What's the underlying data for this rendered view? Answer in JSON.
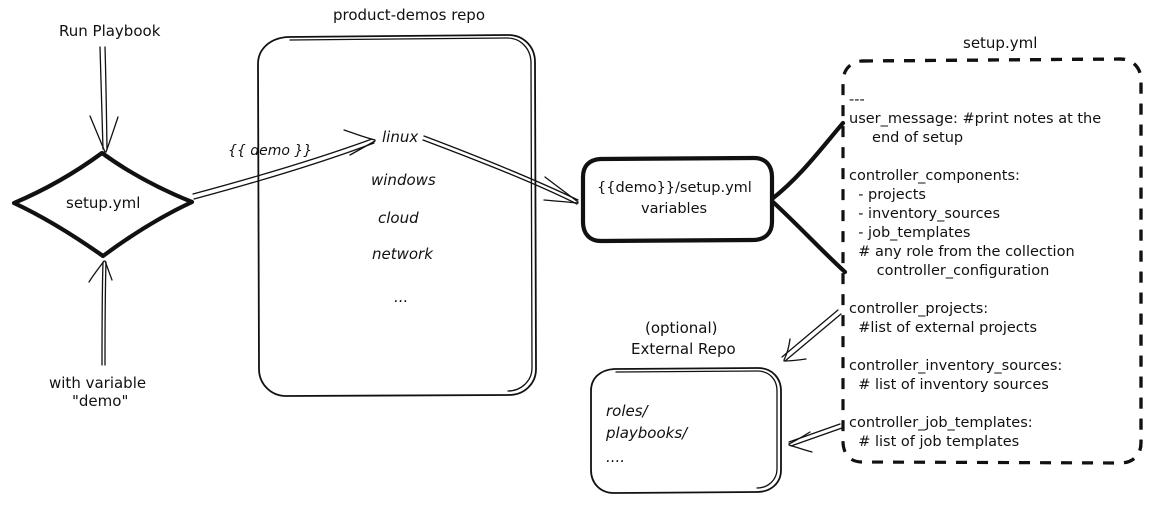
{
  "diagram": {
    "title": "Ansible product-demos setup.yml flow",
    "colors": {
      "ink": "#111111",
      "background": "#ffffff"
    }
  },
  "run_playbook": {
    "label": "Run Playbook"
  },
  "with_variable": {
    "line1": "with variable",
    "line2": "\"demo\""
  },
  "setup_diamond": {
    "label": "setup.yml"
  },
  "demo_arrow": {
    "label": "{{ demo }}"
  },
  "repo": {
    "title": "product-demos repo",
    "items": [
      "linux",
      "windows",
      "cloud",
      "network",
      "..."
    ]
  },
  "vars_box": {
    "line1": "{{demo}}/setup.yml",
    "line2": "variables"
  },
  "external_repo": {
    "title_line1": "(optional)",
    "title_line2": "External Repo",
    "items": [
      "roles/",
      "playbooks/",
      "...."
    ]
  },
  "setup_yml_file": {
    "title": "setup.yml",
    "lines": [
      "---",
      "user_message: #print notes at the",
      "     end of setup",
      "",
      "controller_components:",
      "  - projects",
      "  - inventory_sources",
      "  - job_templates",
      "  # any role from the collection",
      "      controller_configuration",
      "",
      "controller_projects:",
      "  #list of external projects",
      "",
      "controller_inventory_sources:",
      "  # list of inventory sources",
      "",
      "controller_job_templates:",
      "  # list of job templates"
    ]
  }
}
